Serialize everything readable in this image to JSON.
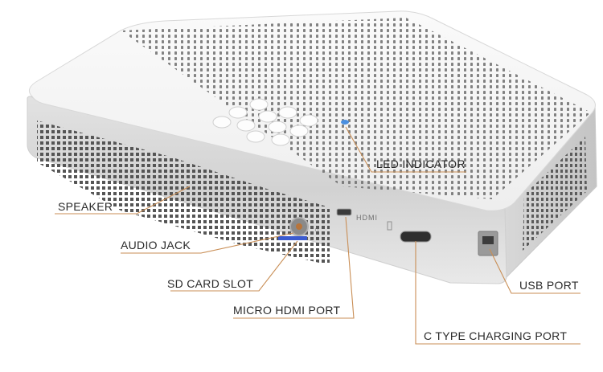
{
  "device": {
    "port_marking_hdmi": "HDMI"
  },
  "callouts": [
    {
      "id": "led-indicator",
      "label": "LED INDICATOR"
    },
    {
      "id": "speaker",
      "label": "SPEAKER"
    },
    {
      "id": "audio-jack",
      "label": "AUDIO JACK"
    },
    {
      "id": "sd-card-slot",
      "label": "SD CARD SLOT"
    },
    {
      "id": "micro-hdmi-port",
      "label": "MICRO HDMI PORT"
    },
    {
      "id": "usb-port",
      "label": "USB PORT"
    },
    {
      "id": "c-type-charging-port",
      "label": "C TYPE CHARGING PORT"
    }
  ],
  "colors": {
    "leader_line": "#c98e55",
    "led": "#4a8fe0",
    "sd_card": "#3a5bd0",
    "body": "#f3f3f3"
  }
}
